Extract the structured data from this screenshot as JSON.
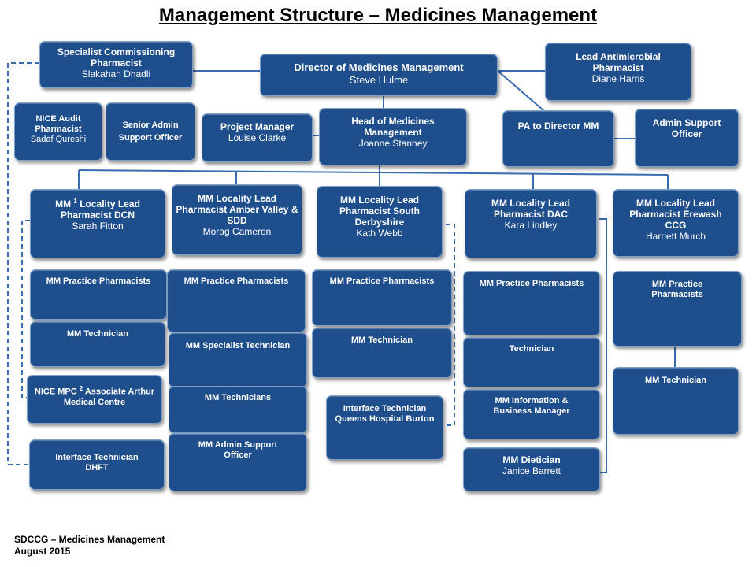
{
  "title": "Management Structure – Medicines Management",
  "footer": {
    "line1": "SDCCG – Medicines Management",
    "line2": "August 2015"
  },
  "colors": {
    "box": "#1f4e8c",
    "border": "#7fa0c9",
    "line": "#3a6bb0"
  },
  "boxes": {
    "director": {
      "title": "Director of Medicines Management",
      "name": "Steve Hulme"
    },
    "specialist": {
      "title": "Specialist Commissioning Pharmacist",
      "name": "Slakahan Dhadli"
    },
    "antimicrobial": {
      "title": "Lead Antimicrobial Pharmacist",
      "name": "Diane Harris"
    },
    "nice_audit": {
      "title": "NICE Audit Pharmacist",
      "name": "Sadaf Qureshi"
    },
    "senior_admin": {
      "title": "Senior Admin Support Officer"
    },
    "project_manager": {
      "title": "Project Manager",
      "name": "Louise Clarke"
    },
    "head": {
      "title": "Head of Medicines Management",
      "name": "Joanne Stanney"
    },
    "pa_director": {
      "title": "PA to Director MM"
    },
    "admin_support": {
      "title": "Admin Support Officer"
    },
    "dcn_lead": {
      "title_a": "MM",
      "sup": "1",
      "title_b": "Locality Lead Pharmacist DCN",
      "name": "Sarah Fitton"
    },
    "avsdd_lead": {
      "title": "MM Locality Lead Pharmacist Amber Valley & SDD",
      "name": "Morag Cameron"
    },
    "sd_lead": {
      "title": "MM Locality Lead Pharmacist South Derbyshire",
      "name": "Kath Webb"
    },
    "dac_lead": {
      "title": "MM Locality Lead Pharmacist DAC",
      "name": "Kara Lindley"
    },
    "erewash_lead": {
      "title": "MM Locality Lead Pharmacist Erewash CCG",
      "name": "Harriett Murch"
    },
    "dcn_pp": {
      "title": "MM Practice Pharmacists"
    },
    "dcn_tech": {
      "title": "MM Technician"
    },
    "nice_mpc": {
      "title_a": "NICE MPC",
      "sup": "2",
      "title_b": "Associate Arthur Medical Centre"
    },
    "interface_dhft": {
      "title": "Interface Technician DHFT"
    },
    "av_pp": {
      "title": "MM Practice Pharmacists"
    },
    "av_spec_tech": {
      "title": "MM Specialist Technician"
    },
    "av_techs": {
      "title": "MM Technicians"
    },
    "av_admin": {
      "title": "MM Admin Support Officer"
    },
    "sd_pp": {
      "title": "MM Practice Pharmacists"
    },
    "sd_tech": {
      "title": "MM Technician"
    },
    "interface_queens": {
      "title": "Interface Technician Queens Hospital Burton"
    },
    "dac_pp": {
      "title": "MM Practice Pharmacists"
    },
    "dac_tech": {
      "title": "Technician"
    },
    "dac_info": {
      "title": "MM Information & Business Manager"
    },
    "dac_dietician": {
      "title": "MM Dietician",
      "name": "Janice Barrett"
    },
    "ere_pp": {
      "title": "MM Practice Pharmacists"
    },
    "ere_tech": {
      "title": "MM Technician"
    }
  }
}
